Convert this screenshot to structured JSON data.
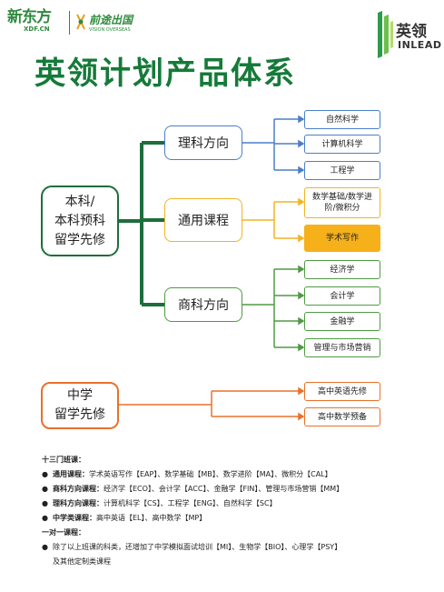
{
  "logos": {
    "xdf_cn": "新东方",
    "xdf_en": "XDF.CN",
    "vo_cn": "前途出国",
    "vo_en": "VISION OVERSEAS",
    "inlead_cn": "英领",
    "inlead_en": "INLEAD"
  },
  "title": "英领计划产品体系",
  "root_main": {
    "line1": "本科/",
    "line2": "本科预科",
    "line3": "留学先修"
  },
  "root_hs": {
    "line1": "中学",
    "line2": "留学先修"
  },
  "categories": {
    "science": "理科方向",
    "general": "通用课程",
    "business": "商科方向"
  },
  "leaves": {
    "science": [
      "自然科学",
      "计算机科学",
      "工程学"
    ],
    "general": [
      "数学基础/数学进阶/微积分",
      "学术写作"
    ],
    "business": [
      "经济学",
      "会计学",
      "金融学",
      "管理与市场营销"
    ],
    "high_school": [
      "高中英语先修",
      "高中数学预备"
    ]
  },
  "notes": {
    "group_heading": "十三门班课：",
    "group_items": [
      {
        "label": "通用课程：",
        "text": "学术英语写作【EAP】、数学基础【MB】、数学进阶【MA】、微积分【CAL】"
      },
      {
        "label": "商科方向课程：",
        "text": "经济学【ECO】、会计学【ACC】、金融学【FIN】、管理与市场营销【MM】"
      },
      {
        "label": "理科方向课程：",
        "text": "计算机科学【CS】、工程学【ENG】、自然科学【SC】"
      },
      {
        "label": "中学类课程：",
        "text": "高中英语【EL】、高中数学【MP】"
      }
    ],
    "one_heading": "一对一课程：",
    "one_text": "除了以上班课的科类，还增加了中学模拟面试培训【MI】、生物学【BIO】、心理学【PSY】",
    "one_text2": "及其他定制类课程"
  },
  "colors": {
    "brand_green": "#157a39",
    "science_blue": "#4b7fc8",
    "general_yellow": "#f3b323",
    "business_green": "#4f9a44",
    "hs_orange": "#e8712a"
  }
}
